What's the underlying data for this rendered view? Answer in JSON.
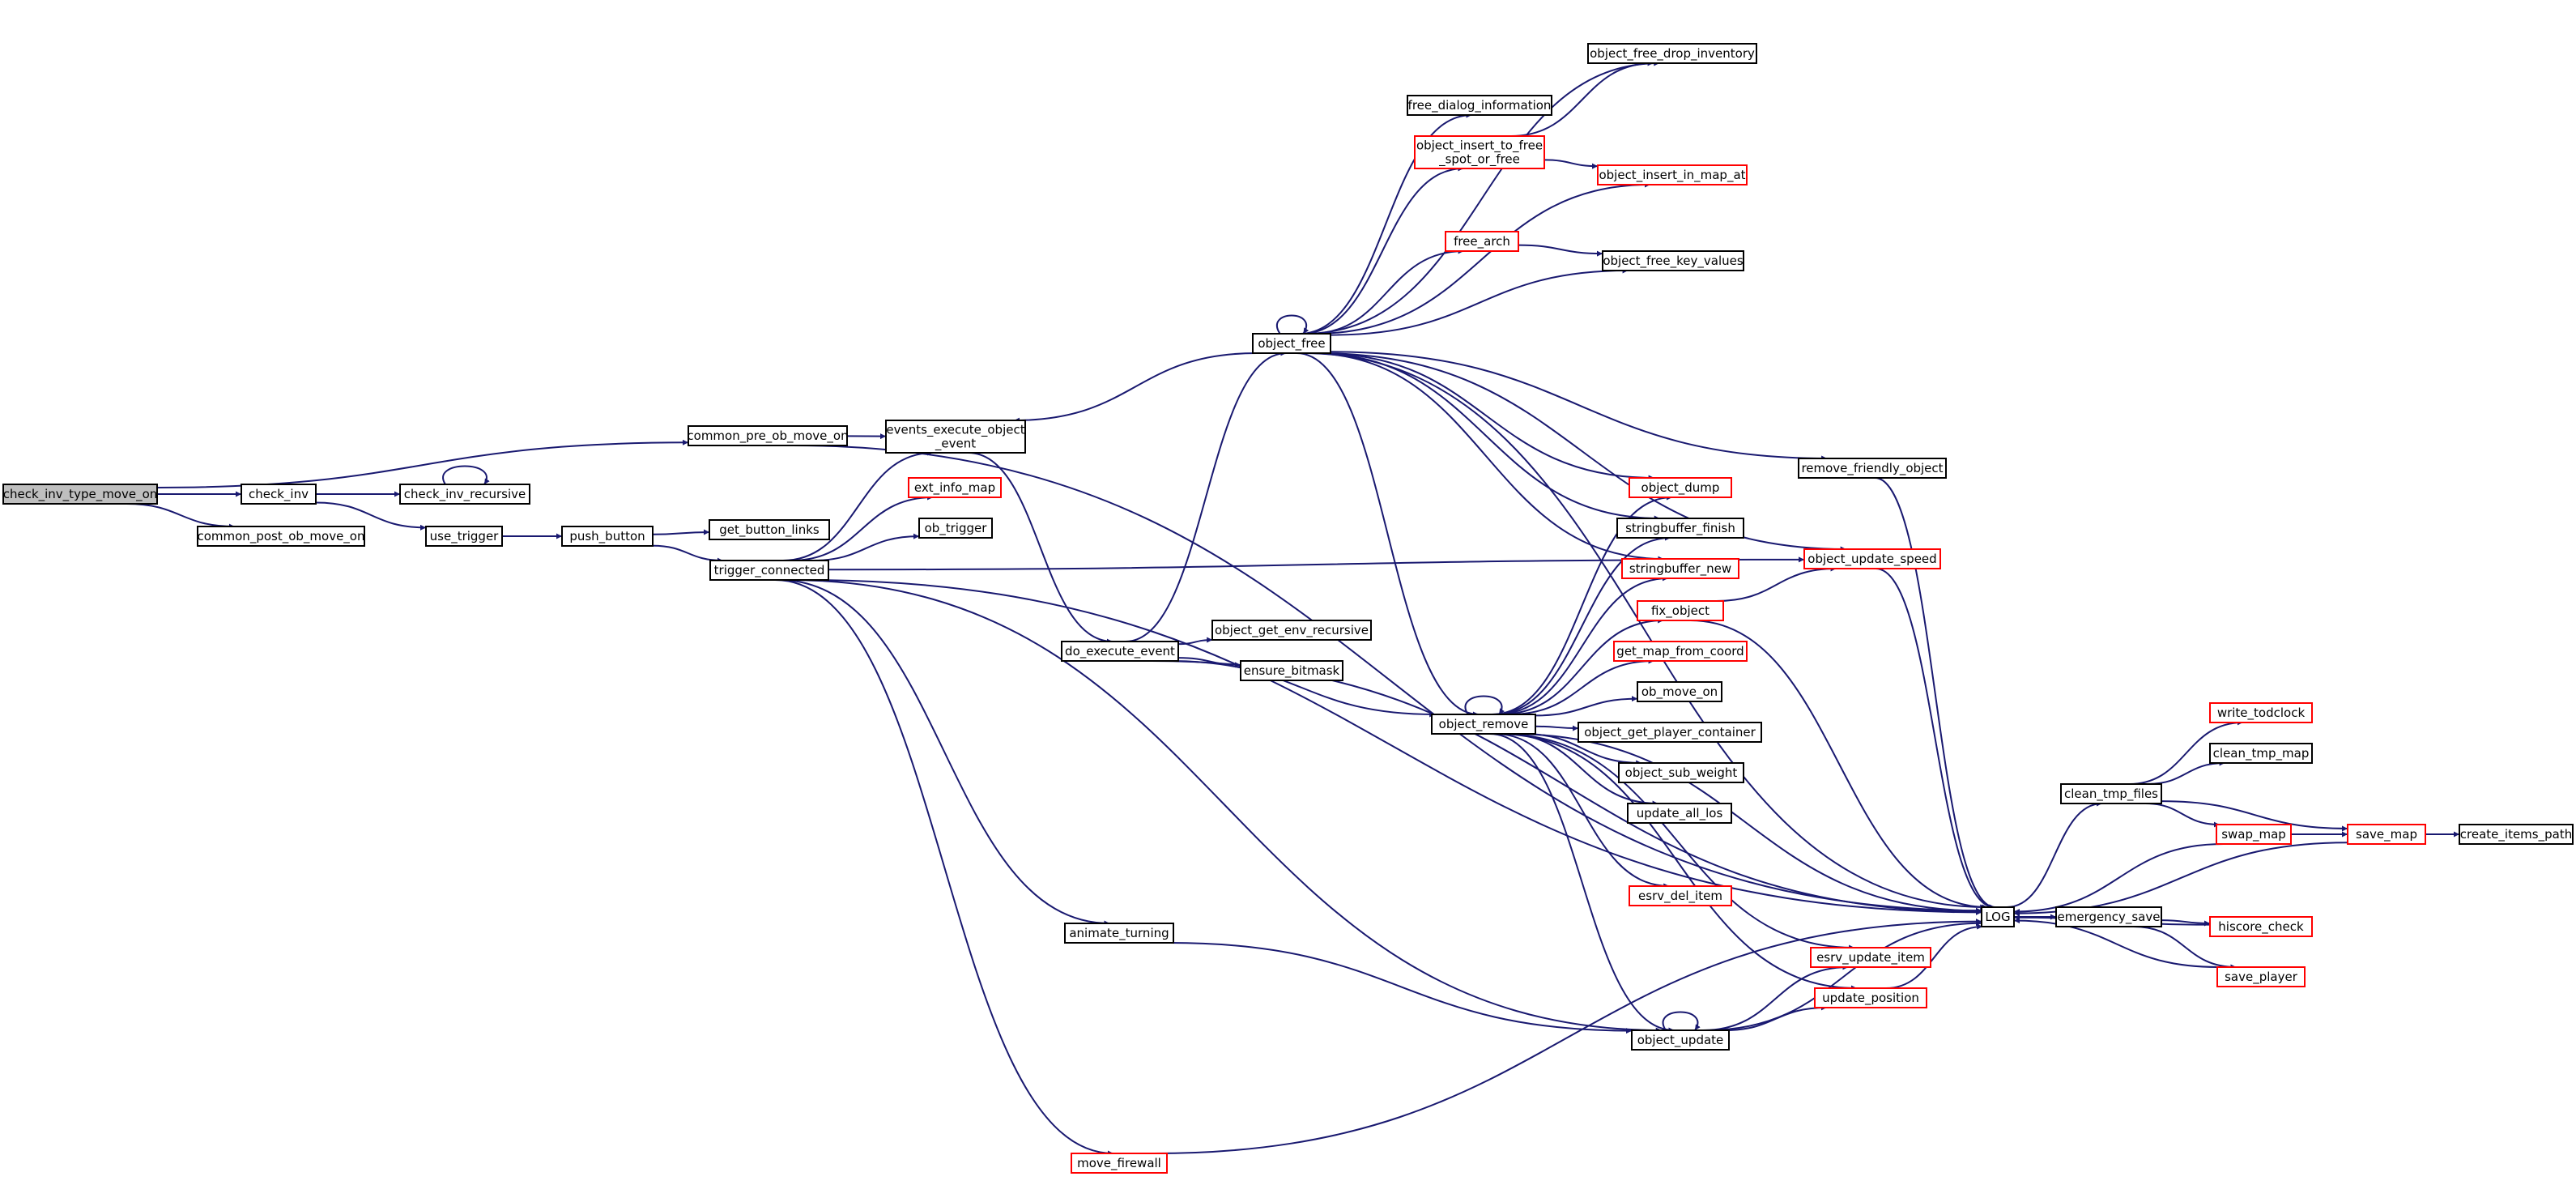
{
  "colors": {
    "edge": "#191970",
    "root_fill": "#bfbfbf",
    "node_border": "#000000",
    "truncated_border": "#ff0000"
  },
  "nodes": {
    "check_inv_type_move_on": {
      "label": "check_inv_type_move_on",
      "style": "root"
    },
    "check_inv": {
      "label": "check_inv",
      "style": "normal"
    },
    "common_post_ob_move_on": {
      "label": "common_post_ob_move_on",
      "style": "normal"
    },
    "common_pre_ob_move_on": {
      "label": "common_pre_ob_move_on",
      "style": "normal"
    },
    "check_inv_recursive": {
      "label": "check_inv_recursive",
      "style": "normal"
    },
    "use_trigger": {
      "label": "use_trigger",
      "style": "normal"
    },
    "push_button": {
      "label": "push_button",
      "style": "normal"
    },
    "get_button_links": {
      "label": "get_button_links",
      "style": "normal"
    },
    "trigger_connected": {
      "label": "trigger_connected",
      "style": "normal"
    },
    "events_execute_object_event": {
      "label": [
        "events_execute_object",
        "_event"
      ],
      "style": "normal"
    },
    "ext_info_map": {
      "label": "ext_info_map",
      "style": "truncated"
    },
    "ob_trigger": {
      "label": "ob_trigger",
      "style": "normal"
    },
    "do_execute_event": {
      "label": "do_execute_event",
      "style": "normal"
    },
    "animate_turning": {
      "label": "animate_turning",
      "style": "normal"
    },
    "move_firewall": {
      "label": "move_firewall",
      "style": "truncated"
    },
    "object_free": {
      "label": "object_free",
      "style": "normal"
    },
    "object_get_env_recursive": {
      "label": "object_get_env_recursive",
      "style": "normal"
    },
    "ensure_bitmask": {
      "label": "ensure_bitmask",
      "style": "normal"
    },
    "object_remove": {
      "label": "object_remove",
      "style": "normal"
    },
    "object_free_drop_inventory": {
      "label": "object_free_drop_inventory",
      "style": "normal"
    },
    "free_dialog_information": {
      "label": "free_dialog_information",
      "style": "normal"
    },
    "object_insert_to_free_spot_or_free": {
      "label": [
        "object_insert_to_free",
        "_spot_or_free"
      ],
      "style": "truncated"
    },
    "object_insert_in_map_at": {
      "label": "object_insert_in_map_at",
      "style": "truncated"
    },
    "free_arch": {
      "label": "free_arch",
      "style": "truncated"
    },
    "object_free_key_values": {
      "label": "object_free_key_values",
      "style": "normal"
    },
    "remove_friendly_object": {
      "label": "remove_friendly_object",
      "style": "normal"
    },
    "object_dump": {
      "label": "object_dump",
      "style": "truncated"
    },
    "stringbuffer_finish": {
      "label": "stringbuffer_finish",
      "style": "normal"
    },
    "stringbuffer_new": {
      "label": "stringbuffer_new",
      "style": "truncated"
    },
    "object_update_speed": {
      "label": "object_update_speed",
      "style": "truncated"
    },
    "fix_object": {
      "label": "fix_object",
      "style": "truncated"
    },
    "get_map_from_coord": {
      "label": "get_map_from_coord",
      "style": "truncated"
    },
    "ob_move_on": {
      "label": "ob_move_on",
      "style": "normal"
    },
    "object_get_player_container": {
      "label": "object_get_player_container",
      "style": "normal"
    },
    "object_sub_weight": {
      "label": "object_sub_weight",
      "style": "normal"
    },
    "update_all_los": {
      "label": "update_all_los",
      "style": "normal"
    },
    "esrv_del_item": {
      "label": "esrv_del_item",
      "style": "truncated"
    },
    "esrv_update_item": {
      "label": "esrv_update_item",
      "style": "truncated"
    },
    "update_position": {
      "label": "update_position",
      "style": "truncated"
    },
    "object_update": {
      "label": "object_update",
      "style": "normal"
    },
    "LOG": {
      "label": "LOG",
      "style": "normal"
    },
    "clean_tmp_files": {
      "label": "clean_tmp_files",
      "style": "normal"
    },
    "emergency_save": {
      "label": "emergency_save",
      "style": "normal"
    },
    "write_todclock": {
      "label": "write_todclock",
      "style": "truncated"
    },
    "clean_tmp_map": {
      "label": "clean_tmp_map",
      "style": "normal"
    },
    "swap_map": {
      "label": "swap_map",
      "style": "truncated"
    },
    "save_map": {
      "label": "save_map",
      "style": "truncated"
    },
    "create_items_path": {
      "label": "create_items_path",
      "style": "normal"
    },
    "hiscore_check": {
      "label": "hiscore_check",
      "style": "truncated"
    },
    "save_player": {
      "label": "save_player",
      "style": "truncated"
    }
  },
  "edges": [
    [
      "check_inv_type_move_on",
      "check_inv"
    ],
    [
      "check_inv_type_move_on",
      "common_post_ob_move_on"
    ],
    [
      "check_inv_type_move_on",
      "common_pre_ob_move_on"
    ],
    [
      "common_pre_ob_move_on",
      "events_execute_object_event"
    ],
    [
      "common_pre_ob_move_on",
      "LOG"
    ],
    [
      "check_inv",
      "check_inv_recursive"
    ],
    [
      "check_inv",
      "use_trigger"
    ],
    [
      "check_inv_recursive",
      "check_inv_recursive"
    ],
    [
      "use_trigger",
      "push_button"
    ],
    [
      "push_button",
      "get_button_links"
    ],
    [
      "push_button",
      "trigger_connected"
    ],
    [
      "trigger_connected",
      "events_execute_object_event"
    ],
    [
      "trigger_connected",
      "ext_info_map"
    ],
    [
      "trigger_connected",
      "ob_trigger"
    ],
    [
      "trigger_connected",
      "object_update_speed"
    ],
    [
      "trigger_connected",
      "animate_turning"
    ],
    [
      "trigger_connected",
      "object_update"
    ],
    [
      "trigger_connected",
      "LOG"
    ],
    [
      "trigger_connected",
      "move_firewall"
    ],
    [
      "events_execute_object_event",
      "do_execute_event"
    ],
    [
      "do_execute_event",
      "object_free"
    ],
    [
      "do_execute_event",
      "object_get_env_recursive"
    ],
    [
      "do_execute_event",
      "ensure_bitmask"
    ],
    [
      "do_execute_event",
      "object_remove"
    ],
    [
      "do_execute_event",
      "LOG"
    ],
    [
      "animate_turning",
      "object_update"
    ],
    [
      "move_firewall",
      "LOG"
    ],
    [
      "object_free",
      "events_execute_object_event"
    ],
    [
      "object_free",
      "object_free"
    ],
    [
      "object_free",
      "object_free_drop_inventory"
    ],
    [
      "object_free",
      "free_dialog_information"
    ],
    [
      "object_free",
      "object_insert_to_free_spot_or_free"
    ],
    [
      "object_free",
      "object_insert_in_map_at"
    ],
    [
      "object_free",
      "free_arch"
    ],
    [
      "object_free",
      "object_free_key_values"
    ],
    [
      "object_free",
      "LOG"
    ],
    [
      "object_free",
      "remove_friendly_object"
    ],
    [
      "object_free",
      "object_update_speed"
    ],
    [
      "object_free",
      "object_dump"
    ],
    [
      "object_free",
      "stringbuffer_finish"
    ],
    [
      "object_free",
      "stringbuffer_new"
    ],
    [
      "object_free",
      "object_remove"
    ],
    [
      "object_insert_to_free_spot_or_free",
      "object_free_drop_inventory"
    ],
    [
      "object_insert_to_free_spot_or_free",
      "object_insert_in_map_at"
    ],
    [
      "free_arch",
      "object_free_key_values"
    ],
    [
      "remove_friendly_object",
      "LOG"
    ],
    [
      "object_update_speed",
      "LOG"
    ],
    [
      "fix_object",
      "object_update_speed"
    ],
    [
      "fix_object",
      "LOG"
    ],
    [
      "object_remove",
      "object_remove"
    ],
    [
      "object_remove",
      "object_dump"
    ],
    [
      "object_remove",
      "stringbuffer_finish"
    ],
    [
      "object_remove",
      "stringbuffer_new"
    ],
    [
      "object_remove",
      "fix_object"
    ],
    [
      "object_remove",
      "get_map_from_coord"
    ],
    [
      "object_remove",
      "ob_move_on"
    ],
    [
      "object_remove",
      "object_get_player_container"
    ],
    [
      "object_remove",
      "object_sub_weight"
    ],
    [
      "object_remove",
      "update_all_los"
    ],
    [
      "object_remove",
      "esrv_del_item"
    ],
    [
      "object_remove",
      "LOG"
    ],
    [
      "object_remove",
      "esrv_update_item"
    ],
    [
      "object_remove",
      "update_position"
    ],
    [
      "object_remove",
      "object_update"
    ],
    [
      "object_update",
      "object_update"
    ],
    [
      "object_update",
      "esrv_update_item"
    ],
    [
      "object_update",
      "update_position"
    ],
    [
      "object_update",
      "LOG"
    ],
    [
      "update_position",
      "LOG"
    ],
    [
      "LOG",
      "clean_tmp_files"
    ],
    [
      "LOG",
      "emergency_save"
    ],
    [
      "clean_tmp_files",
      "write_todclock"
    ],
    [
      "clean_tmp_files",
      "clean_tmp_map"
    ],
    [
      "clean_tmp_files",
      "swap_map"
    ],
    [
      "clean_tmp_files",
      "save_map"
    ],
    [
      "swap_map",
      "save_map"
    ],
    [
      "swap_map",
      "LOG"
    ],
    [
      "save_map",
      "create_items_path"
    ],
    [
      "save_map",
      "LOG"
    ],
    [
      "emergency_save",
      "hiscore_check"
    ],
    [
      "emergency_save",
      "save_player"
    ],
    [
      "hiscore_check",
      "LOG"
    ],
    [
      "save_player",
      "LOG"
    ]
  ]
}
